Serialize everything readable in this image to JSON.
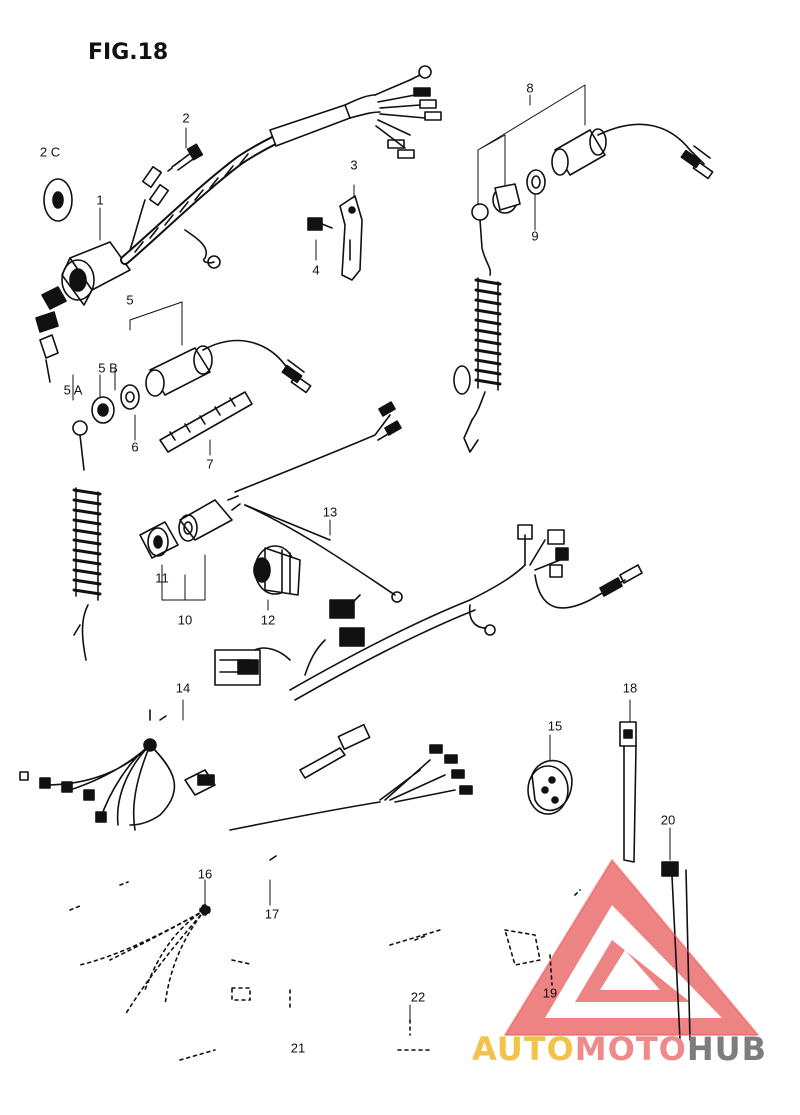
{
  "figure": {
    "title": "FIG.18"
  },
  "callouts": {
    "c1": "1",
    "c2": "2",
    "c2c": "2 C",
    "c3": "3",
    "c4": "4",
    "c5": "5",
    "c5a": "5 A",
    "c5b": "5 B",
    "c6": "6",
    "c7": "7",
    "c8": "8",
    "c9": "9",
    "c10": "10",
    "c11": "11",
    "c12": "12",
    "c13": "13",
    "c14": "14",
    "c15": "15",
    "c16": "16",
    "c17": "17",
    "c18": "18",
    "c19": "19",
    "c20": "20",
    "c21": "21",
    "c22": "22"
  },
  "watermark": {
    "part_a": "AUTO",
    "part_b": "MOTO",
    "part_c": "HUB",
    "colors": {
      "auto": "#f2c24a",
      "moto": "#f08a8a",
      "hub": "#7d7d7d",
      "logo": "#e85a5a"
    }
  }
}
